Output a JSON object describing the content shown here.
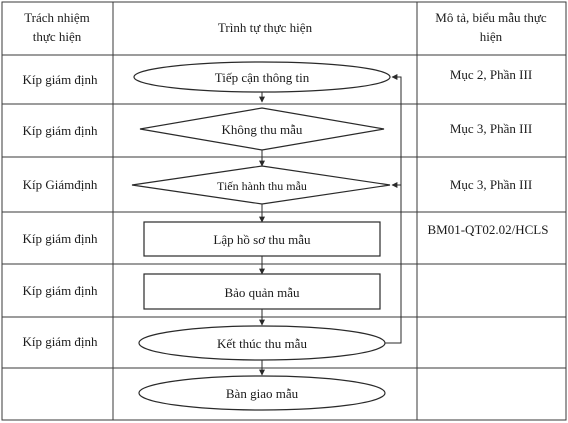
{
  "header": {
    "col1": [
      "Trách nhiệm",
      "thực hiện"
    ],
    "col2": "Trình tự thực hiện",
    "col3": [
      "Mô tả, biểu mẫu thực",
      "hiện"
    ]
  },
  "rows": [
    {
      "responsible": "Kíp giám định",
      "step": "Tiếp cận thông tin",
      "shape": "ellipse",
      "description": "Mục 2, Phần III"
    },
    {
      "responsible": "Kíp giám định",
      "step": "Không thu mẫu",
      "shape": "diamond",
      "description": "Mục 3, Phần III"
    },
    {
      "responsible": "Kíp Giámđịnh",
      "step": "Tiến hành thu mẫu",
      "shape": "diamond",
      "description": "Mục 3, Phần III"
    },
    {
      "responsible": "Kíp giám định",
      "step": "Lập hồ sơ thu mẫu",
      "shape": "rect",
      "description": "BM01-QT02.02/HCLS"
    },
    {
      "responsible": "Kíp giám định",
      "step": "Bảo quản mẫu",
      "shape": "rect",
      "description": ""
    },
    {
      "responsible": "Kíp giám định",
      "step": "Kết thúc thu mẫu",
      "shape": "ellipse",
      "description": ""
    },
    {
      "responsible": "",
      "step": "Bàn giao mẫu",
      "shape": "ellipse",
      "description": ""
    }
  ]
}
